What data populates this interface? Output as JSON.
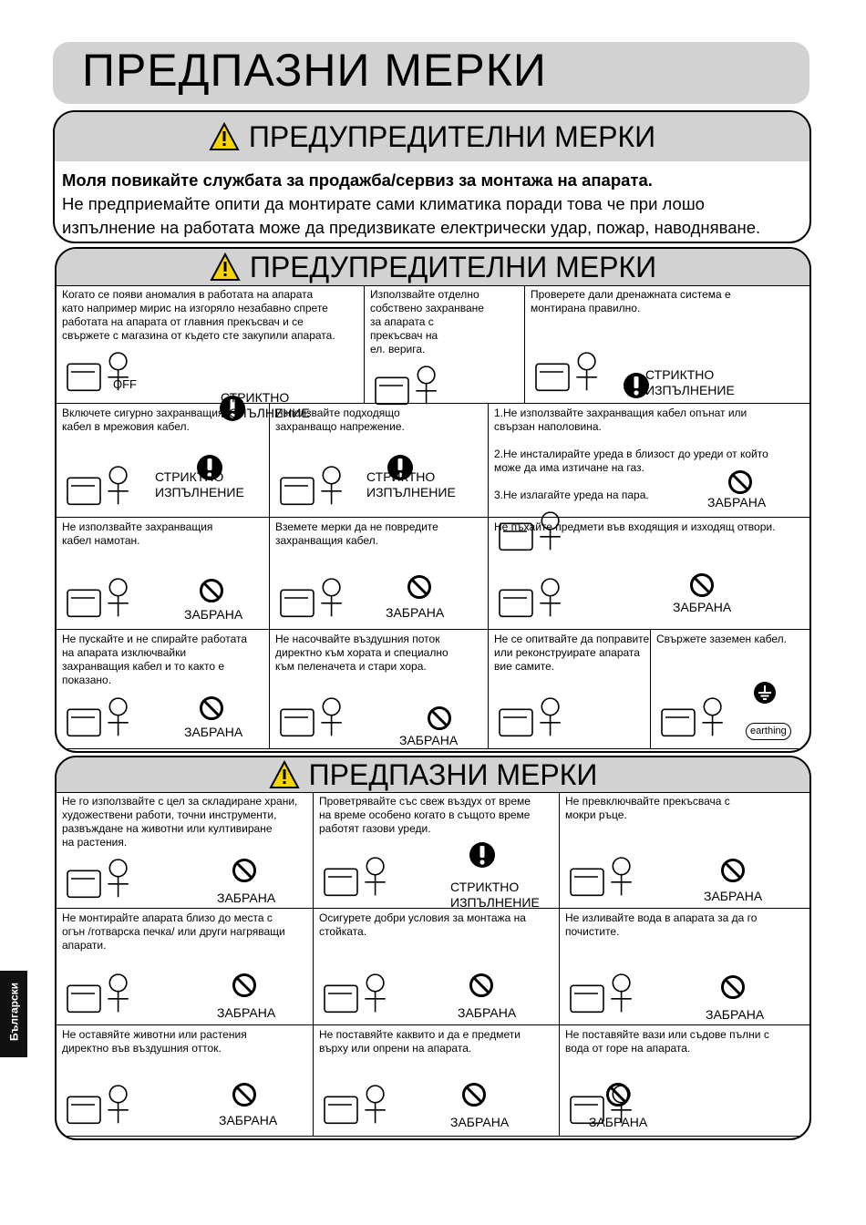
{
  "page_title": "ПРЕДПАЗНИ МЕРКИ",
  "side_tab": "Български",
  "section1": {
    "heading": "ПРЕДУПРЕДИТЕЛНИ МЕРКИ",
    "line1": "Моля повикайте службата за продажба/сервиз за монтажа на апарата.",
    "line2": "Не предприемайте опити да монтирате сами климатика поради това че при лошо",
    "line3": "изпълнение на работата може да предизвикате електрически удар, пожар, наводняване."
  },
  "section2": {
    "heading": "ПРЕДУПРЕДИТЕЛНИ МЕРКИ",
    "cells": [
      {
        "text": [
          "Когато се появи аномалия в работата на апарата",
          "като например мирис на изгоряло незабавно спрете",
          "работата на апарата от главния прекъсвач и се",
          "свържете с магазина от където сте закупили апарата."
        ],
        "label": [
          "СТРИКТНО",
          "ИЗПЪЛНЕНИЕ"
        ],
        "extra": "OFF"
      },
      {
        "text": [
          "Използвайте отделно",
          "собствено захранване",
          "за апарата с",
          "прекъсвач на",
          "ел. верига."
        ]
      },
      {
        "text": [
          "Проверете дали дренажната система е",
          "монтирана правилно."
        ],
        "label": [
          "СТРИКТНО",
          "ИЗПЪЛНЕНИЕ"
        ]
      },
      {
        "text": [
          "Включете сигурно захранващия",
          "кабел в мрежовия кабел."
        ],
        "label": [
          "СТРИКТНО",
          "ИЗПЪЛНЕНИЕ"
        ]
      },
      {
        "text": [
          "Използвайте  подходящо",
          "захранващо напрежение."
        ],
        "label": [
          "СТРИКТНО",
          "ИЗПЪЛНЕНИЕ"
        ]
      },
      {
        "text": [
          "1.Не използвайте захранващия кабел опънат или",
          "свързан наполовина.",
          "",
          "2.Не инсталирайте уреда в близост до уреди от който",
          "може да има изтичане на газ.",
          "",
          "3.Не излагайте уреда на пара."
        ],
        "label": [
          "ЗАБРАНА"
        ]
      },
      {
        "text": [
          "Не използвайте захранващия",
          "кабел намотан."
        ],
        "label": [
          "ЗАБРАНА"
        ]
      },
      {
        "text": [
          "Вземете мерки да не повредите",
          "захранващия кабел."
        ],
        "label": [
          "ЗАБРАНА"
        ]
      },
      {
        "text": [
          "Не пъхайте предмети във входящия и изходящ отвори."
        ],
        "label": [
          "ЗАБРАНА"
        ]
      },
      {
        "text": [
          "Не пускайте и не спирайте работата",
          "на апарата изключвайки",
          "захранващия кабел и то както е",
          "показано."
        ],
        "label": [
          "ЗАБРАНА"
        ]
      },
      {
        "text": [
          "Не насочвайте въздушния поток",
          "директно към хората и специално",
          "към пеленачета и стари хора."
        ],
        "label": [
          "ЗАБРАНА"
        ]
      },
      {
        "text": [
          "Не се опитвайте да поправите",
          "или реконструирате апарата",
          "вие самите."
        ]
      },
      {
        "text": [
          "Свържете заземен кабел."
        ],
        "extra": "earthing"
      }
    ]
  },
  "section3": {
    "heading": "ПРЕДПАЗНИ МЕРКИ",
    "cells": [
      {
        "text": [
          "Не го използвайте с цел за складиране храни,",
          "художествени работи, точни инструменти,",
          "развъждане на животни или култивиране",
          "на растения."
        ],
        "label": [
          "ЗАБРАНА"
        ]
      },
      {
        "text": [
          "Проветрявайте със свеж въздух от време",
          "на време особено когато в същото време",
          "работят газови уреди."
        ],
        "label": [
          "СТРИКТНО",
          "ИЗПЪЛНЕНИЕ"
        ]
      },
      {
        "text": [
          "Не превключвайте прекъсвача с",
          "мокри ръце."
        ],
        "label": [
          "ЗАБРАНА"
        ]
      },
      {
        "text": [
          "Не монтирайте апарата близо до места с",
          "огън /готварска печка/ или други нагряващи",
          "апарати."
        ],
        "label": [
          "ЗАБРАНА"
        ]
      },
      {
        "text": [
          "Осигурете добри условия за монтажа на",
          "стойката."
        ],
        "label": [
          "ЗАБРАНА"
        ]
      },
      {
        "text": [
          "Не изливайте вода в апарата за да го",
          "почистите."
        ],
        "label": [
          "ЗАБРАНА"
        ]
      },
      {
        "text": [
          "Не оставяйте животни или растения",
          "директно във въздушния отток."
        ],
        "label": [
          "ЗАБРАНА"
        ]
      },
      {
        "text": [
          "Не поставяйте каквито и да е предмети",
          "върху или опрени на апарата."
        ],
        "label": [
          "ЗАБРАНА"
        ]
      },
      {
        "text": [
          "Не поставяйте вази или съдове пълни с",
          "вода от горе на апарата."
        ],
        "label": [
          "ЗАБРАНА"
        ]
      }
    ]
  }
}
